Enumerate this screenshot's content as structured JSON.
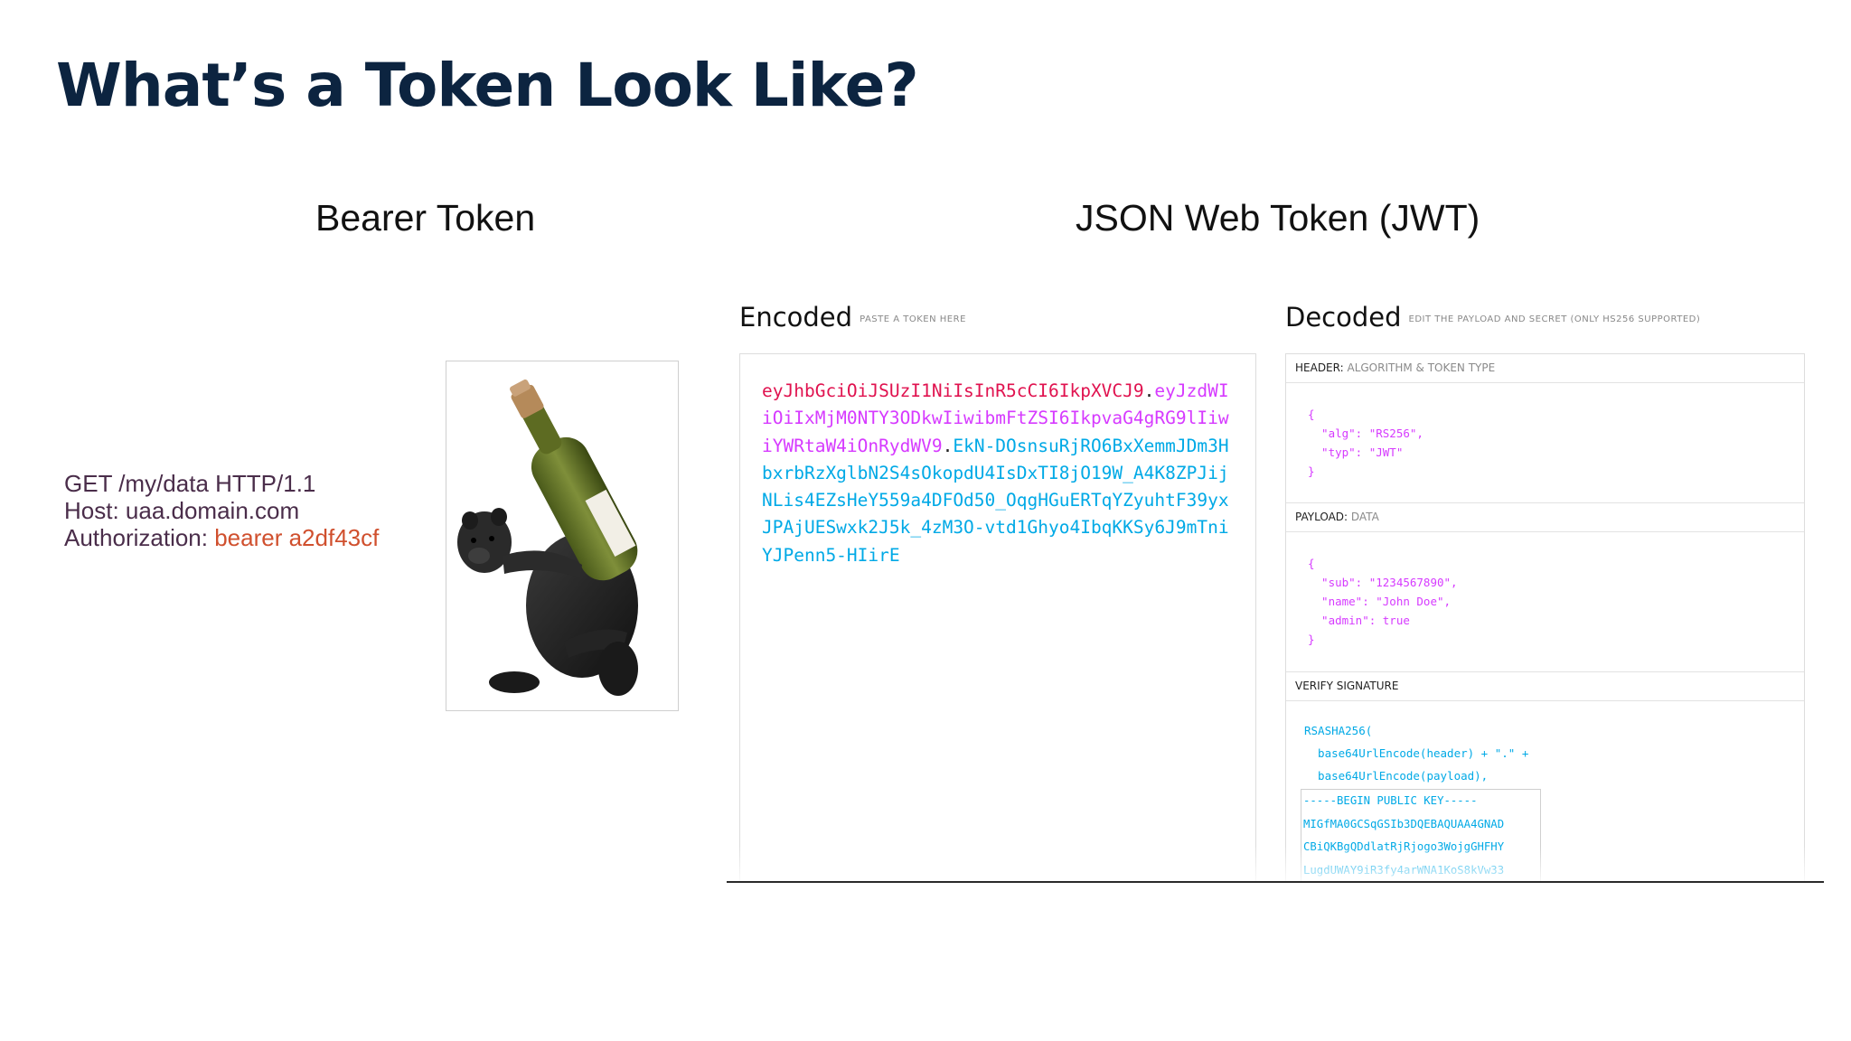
{
  "slide": {
    "title": "What’s a Token Look Like?"
  },
  "bearer": {
    "heading": "Bearer Token",
    "request_line": "GET /my/data HTTP/1.1",
    "host_line": "Host: uaa.domain.com",
    "auth_label": "Authorization: ",
    "auth_value": "bearer a2df43cf",
    "auth_value_color": "#d0502e",
    "image": "bear-wine-bottle-holder"
  },
  "jwt": {
    "heading": "JSON Web Token (JWT)",
    "encoded": {
      "label": "Encoded",
      "hint": "PASTE A TOKEN HERE",
      "token_header": "eyJhbGciOiJSUzI1NiIsInR5cCI6IkpXVCJ9",
      "dot": ".",
      "token_payload": "eyJzdWIiOiIxMjM0NTY3ODkwIiwibmFtZSI6IkpvaG4gRG9lIiwiYWRtaW4iOnRydWV9",
      "token_signature": "EkN-DOsnsuRjRO6BxXemmJDm3HbxrbRzXglbN2S4sOkopdU4IsDxTI8jO19W_A4K8ZPJijNLis4EZsHeY559a4DFOd50_OqgHGuERTqYZyuhtF39yxJPAjUESwxk2J5k_4zM3O-vtd1Ghyo4IbqKKSy6J9mTniYJPenn5-HIirE",
      "colors": {
        "header": "#e0124f",
        "payload": "#d63aff",
        "signature": "#00a9e6"
      }
    },
    "decoded": {
      "label": "Decoded",
      "hint": "EDIT THE PAYLOAD AND SECRET (ONLY HS256 SUPPORTED)",
      "header_section": {
        "label": "HEADER:",
        "sub": "ALGORITHM & TOKEN TYPE",
        "code": "{\n  \"alg\": \"RS256\",\n  \"typ\": \"JWT\"\n}"
      },
      "payload_section": {
        "label": "PAYLOAD:",
        "sub": "DATA",
        "code": "{\n  \"sub\": \"1234567890\",\n  \"name\": \"John Doe\",\n  \"admin\": true\n}"
      },
      "signature_section": {
        "label": "VERIFY SIGNATURE",
        "code": "RSASHA256(\n  base64UrlEncode(header) + \".\" +\n  base64UrlEncode(payload),",
        "public_key": "-----BEGIN PUBLIC KEY-----\nMIGfMA0GCSqGSIb3DQEBAQUAA4GNAD\nCBiQKBgQDdlatRjRjogo3WojgGHFHY\nLugdUWAY9iR3fy4arWNA1KoS8kVw33"
      }
    }
  }
}
